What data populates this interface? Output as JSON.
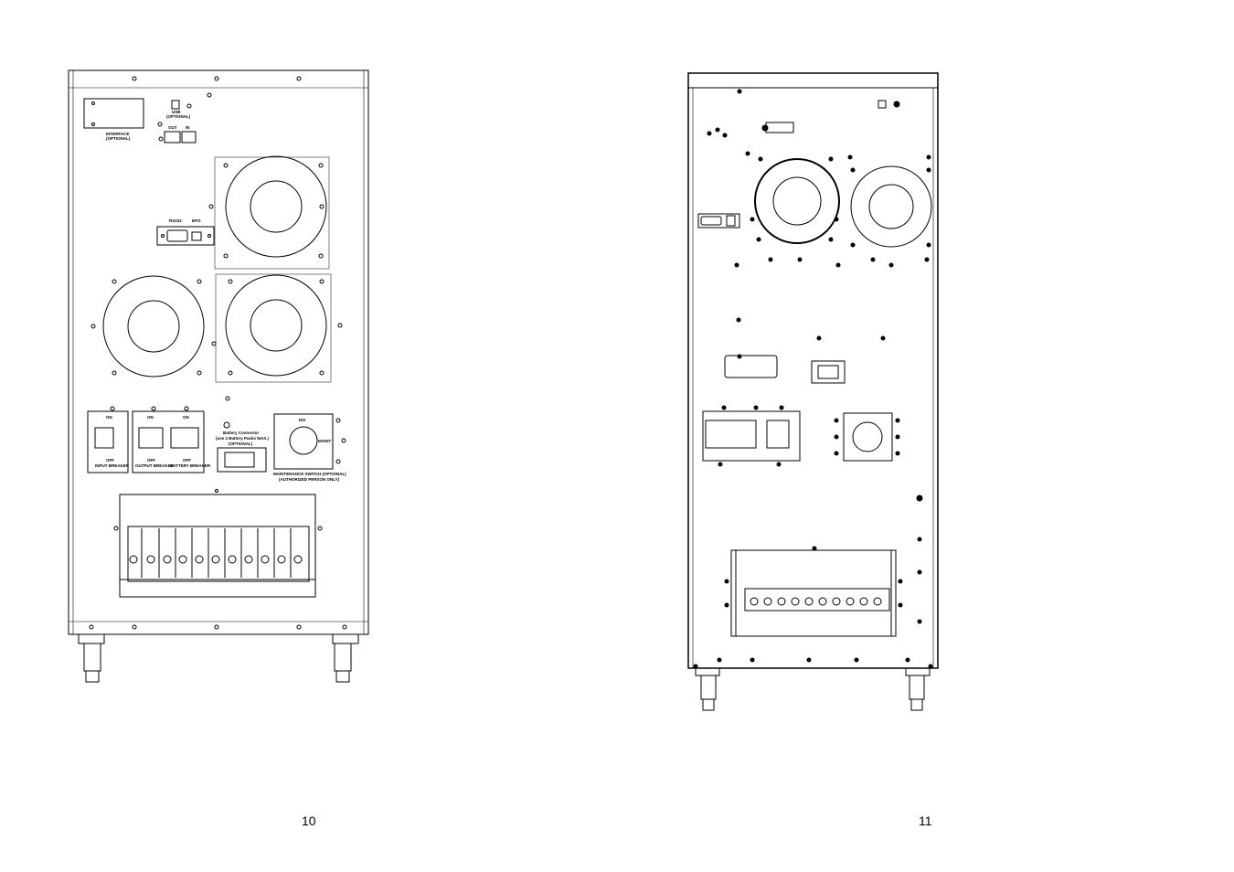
{
  "pages": [
    {
      "number": "10",
      "figure": {
        "interface_label": "INTERFACE",
        "interface_optional": "(OPTIONAL)",
        "usb_label": "USB",
        "usb_optional": "(OPTIONAL)",
        "port_out": "OUT",
        "port_in": "IN",
        "rs232_label": "RS232",
        "epo_label": "EPO",
        "breaker_on": "ON",
        "breaker_off": "OFF",
        "input_breaker": "INPUT BREAKER",
        "output_breaker": "OUTPUT BREAKER",
        "battery_breaker": "BATTERY BREAKER",
        "battery_connector_line1": "Battery Connector",
        "battery_connector_line2": "(use 2 Battery Packs MAX.)",
        "battery_connector_line3": "(OPTIONAL)",
        "switch_inv": "INV",
        "switch_maint": "MAINT",
        "maint_switch_line1": "MAINTENANCE SWITCH (OPTIONAL)",
        "maint_switch_line2": "(AUTHORIZED PERSON ONLY)"
      }
    },
    {
      "number": "11"
    }
  ]
}
